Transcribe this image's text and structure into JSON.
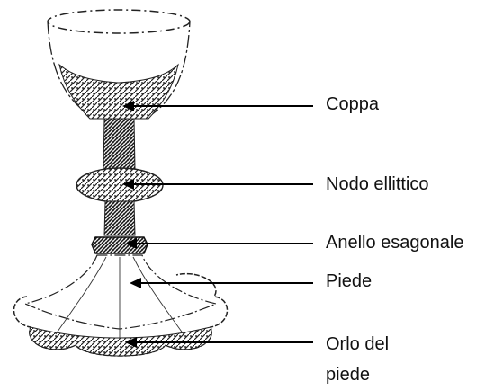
{
  "labels": {
    "coppa": "Coppa",
    "nodo": "Nodo ellittico",
    "anello": "Anello esagonale",
    "piede": "Piede",
    "orlo_line1": "Orlo del",
    "orlo_line2": "piede"
  },
  "colors": {
    "ink": "#111111",
    "background": "#ffffff"
  }
}
